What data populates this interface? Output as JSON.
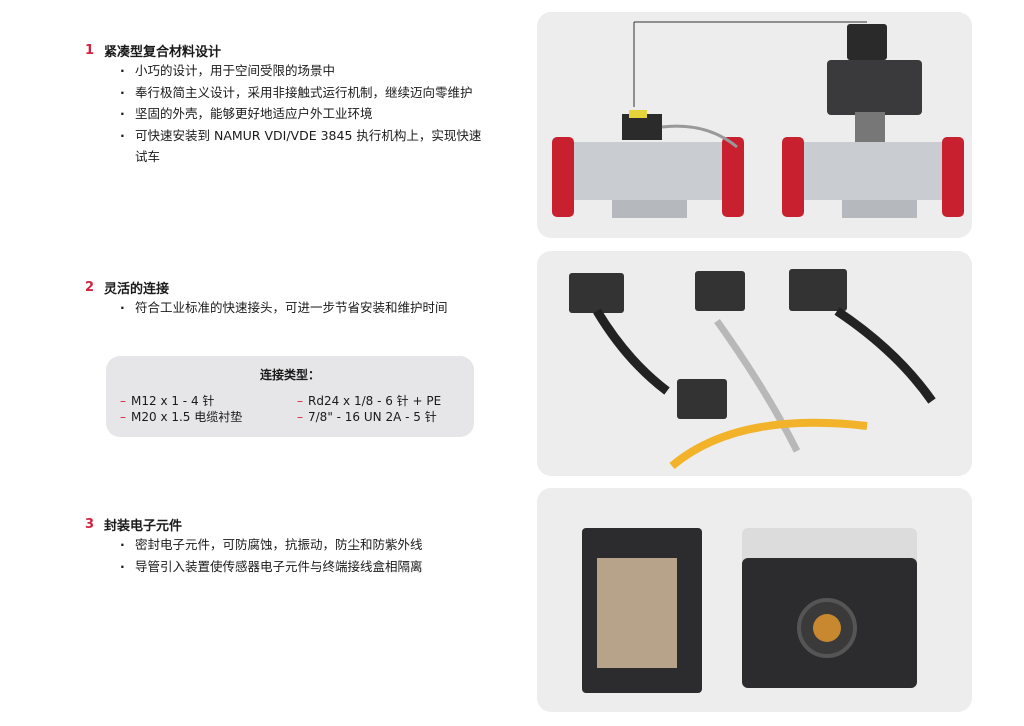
{
  "sections": [
    {
      "number": "1",
      "title": "紧凑型复合材料设计",
      "bullets": [
        "小巧的设计，用于空间受限的场景中",
        "奉行极简主义设计，采用非接触式运行机制，继续迈向零维护",
        "坚固的外壳，能够更好地适应户外工业环境",
        "可快速安装到 NAMUR VDI/VDE 3845 执行机构上，实现快速试车"
      ]
    },
    {
      "number": "2",
      "title": "灵活的连接",
      "bullets": [
        "符合工业标准的快速接头，可进一步节省安装和维护时间"
      ]
    },
    {
      "number": "3",
      "title": "封装电子元件",
      "bullets": [
        "密封电子元件，可防腐蚀，抗振动，防尘和防紫外线",
        "导管引入装置使传感器电子元件与终端接线盒相隔离"
      ]
    }
  ],
  "connection_box": {
    "title": "连接类型：",
    "left": [
      "M12 x 1 - 4 针",
      "M20 x 1.5 电缆衬垫"
    ],
    "right": [
      "Rd24 x 1/8 - 6 针 + PE",
      "7/8\" - 16 UN 2A - 5 针"
    ]
  },
  "colors": {
    "accent": "#d4213d",
    "panel": "#ededee"
  }
}
